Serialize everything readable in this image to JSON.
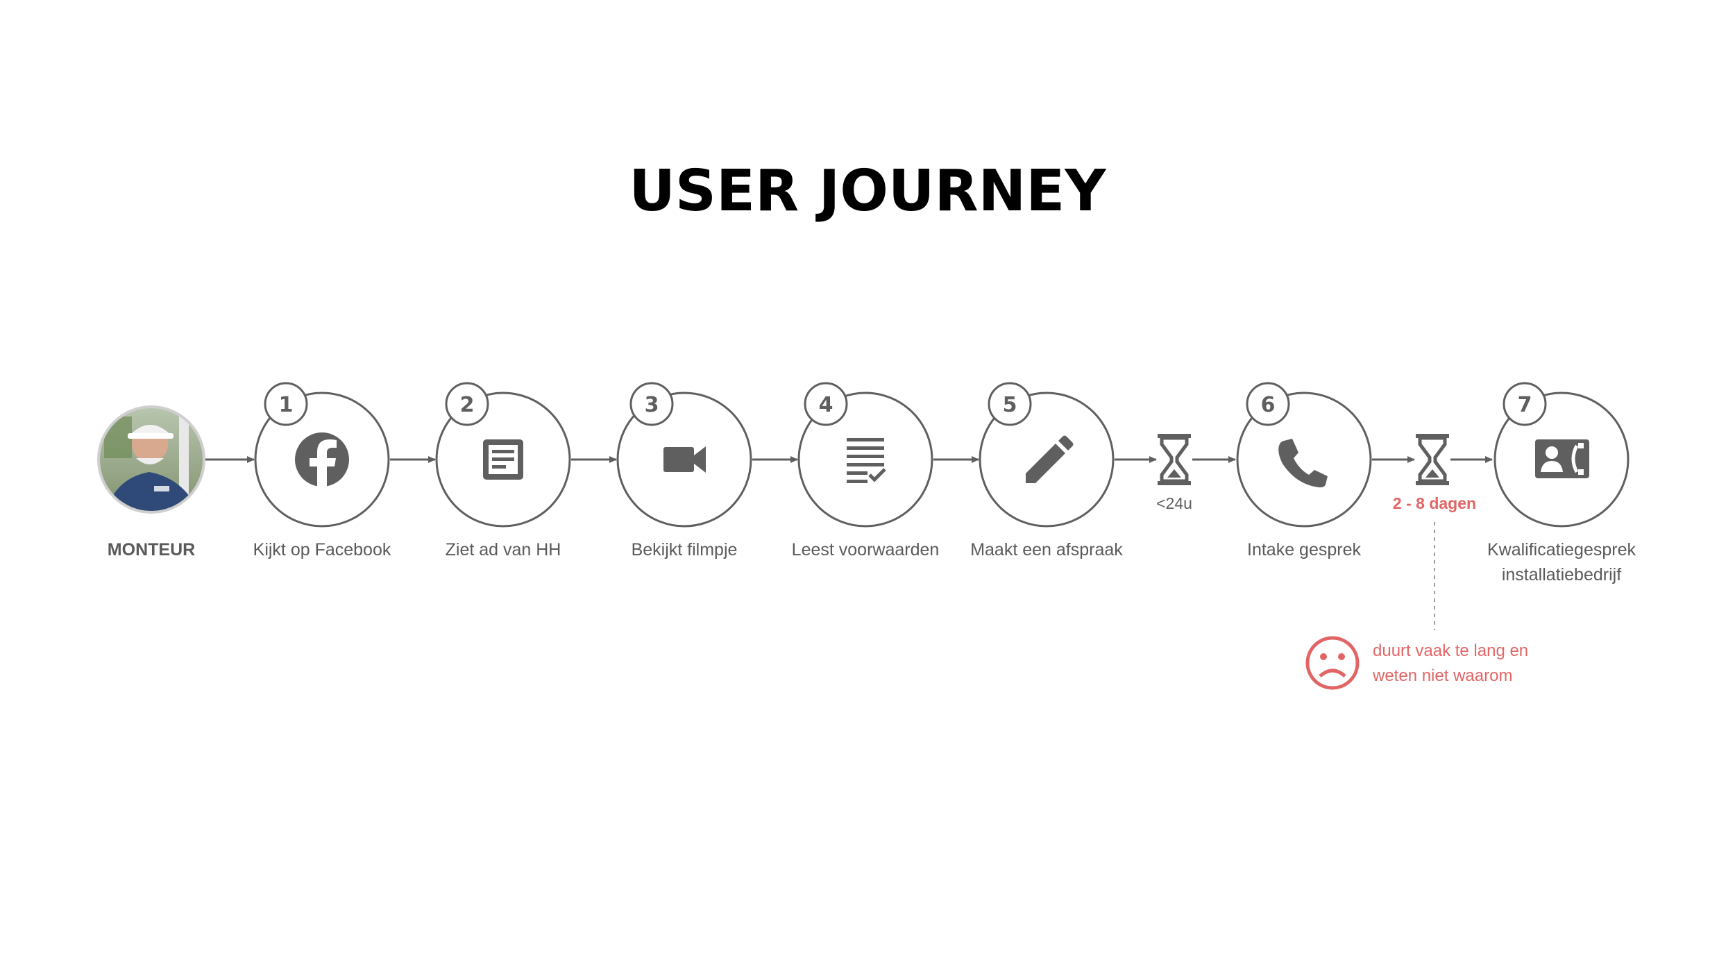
{
  "title": "USER JOURNEY",
  "colors": {
    "gray": "#5f5f5f",
    "red": "#e26565",
    "text": "#5a5a5a"
  },
  "persona": {
    "label": "MONTEUR",
    "icon": "worker-avatar"
  },
  "steps": [
    {
      "num": "1",
      "label": "Kijkt op Facebook",
      "icon": "facebook-icon"
    },
    {
      "num": "2",
      "label": "Ziet ad van HH",
      "icon": "article-icon"
    },
    {
      "num": "3",
      "label": "Bekijkt filmpje",
      "icon": "video-camera-icon"
    },
    {
      "num": "4",
      "label": "Leest voorwaarden",
      "icon": "checklist-icon"
    },
    {
      "num": "5",
      "label": "Maakt een afspraak",
      "icon": "pencil-icon"
    },
    {
      "num": "6",
      "label": "Intake gesprek",
      "icon": "phone-icon"
    },
    {
      "num": "7",
      "label_line1": "Kwalificatiegesprek",
      "label_line2": "installatiebedrijf",
      "icon": "contact-phone-icon"
    }
  ],
  "waits": [
    {
      "label": "<24u",
      "icon": "hourglass-icon"
    },
    {
      "label": "2 - 8 dagen",
      "icon": "hourglass-icon"
    }
  ],
  "pain_point": {
    "line1": "duurt vaak te lang en",
    "line2": "weten niet waarom",
    "icon": "sad-face-icon"
  }
}
